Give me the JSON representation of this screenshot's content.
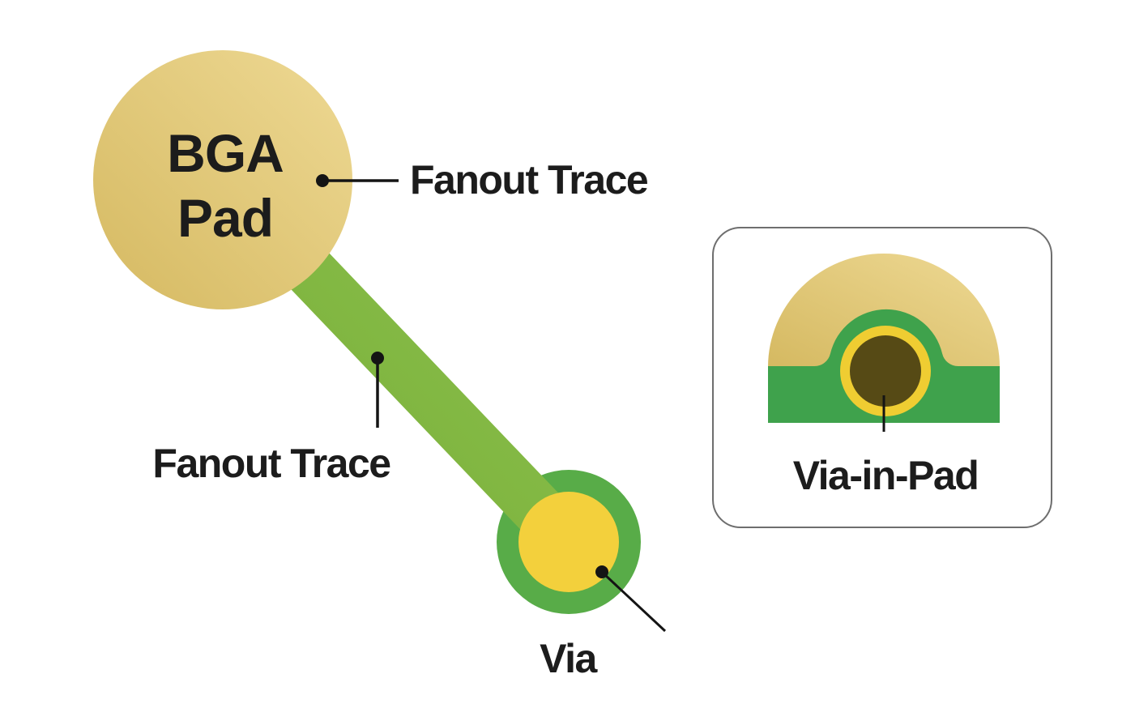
{
  "diagram": {
    "bga_pad": {
      "label_line1": "BGA",
      "label_line2": "Pad"
    },
    "callouts": {
      "fanout_trace_top": "Fanout Trace",
      "fanout_trace_mid": "Fanout Trace",
      "via": "Via"
    },
    "inset": {
      "caption": "Via-in-Pad"
    },
    "colors": {
      "background": "#ffffff",
      "pad_gold_dark": "#d5b961",
      "pad_gold_light": "#eed994",
      "trace_green_light": "#8dc350",
      "trace_green_dark": "#77ac35",
      "via_ring_green": "#58ac48",
      "via_yellow": "#f3d03c",
      "board_green": "#3fa24c",
      "ring_yellow": "#efcd32",
      "hole_brown": "#564a15",
      "line_black": "#141414",
      "text_color": "#1c1c1c",
      "box_border": "#6e6e6e",
      "box_fill": "#ffffff"
    }
  }
}
